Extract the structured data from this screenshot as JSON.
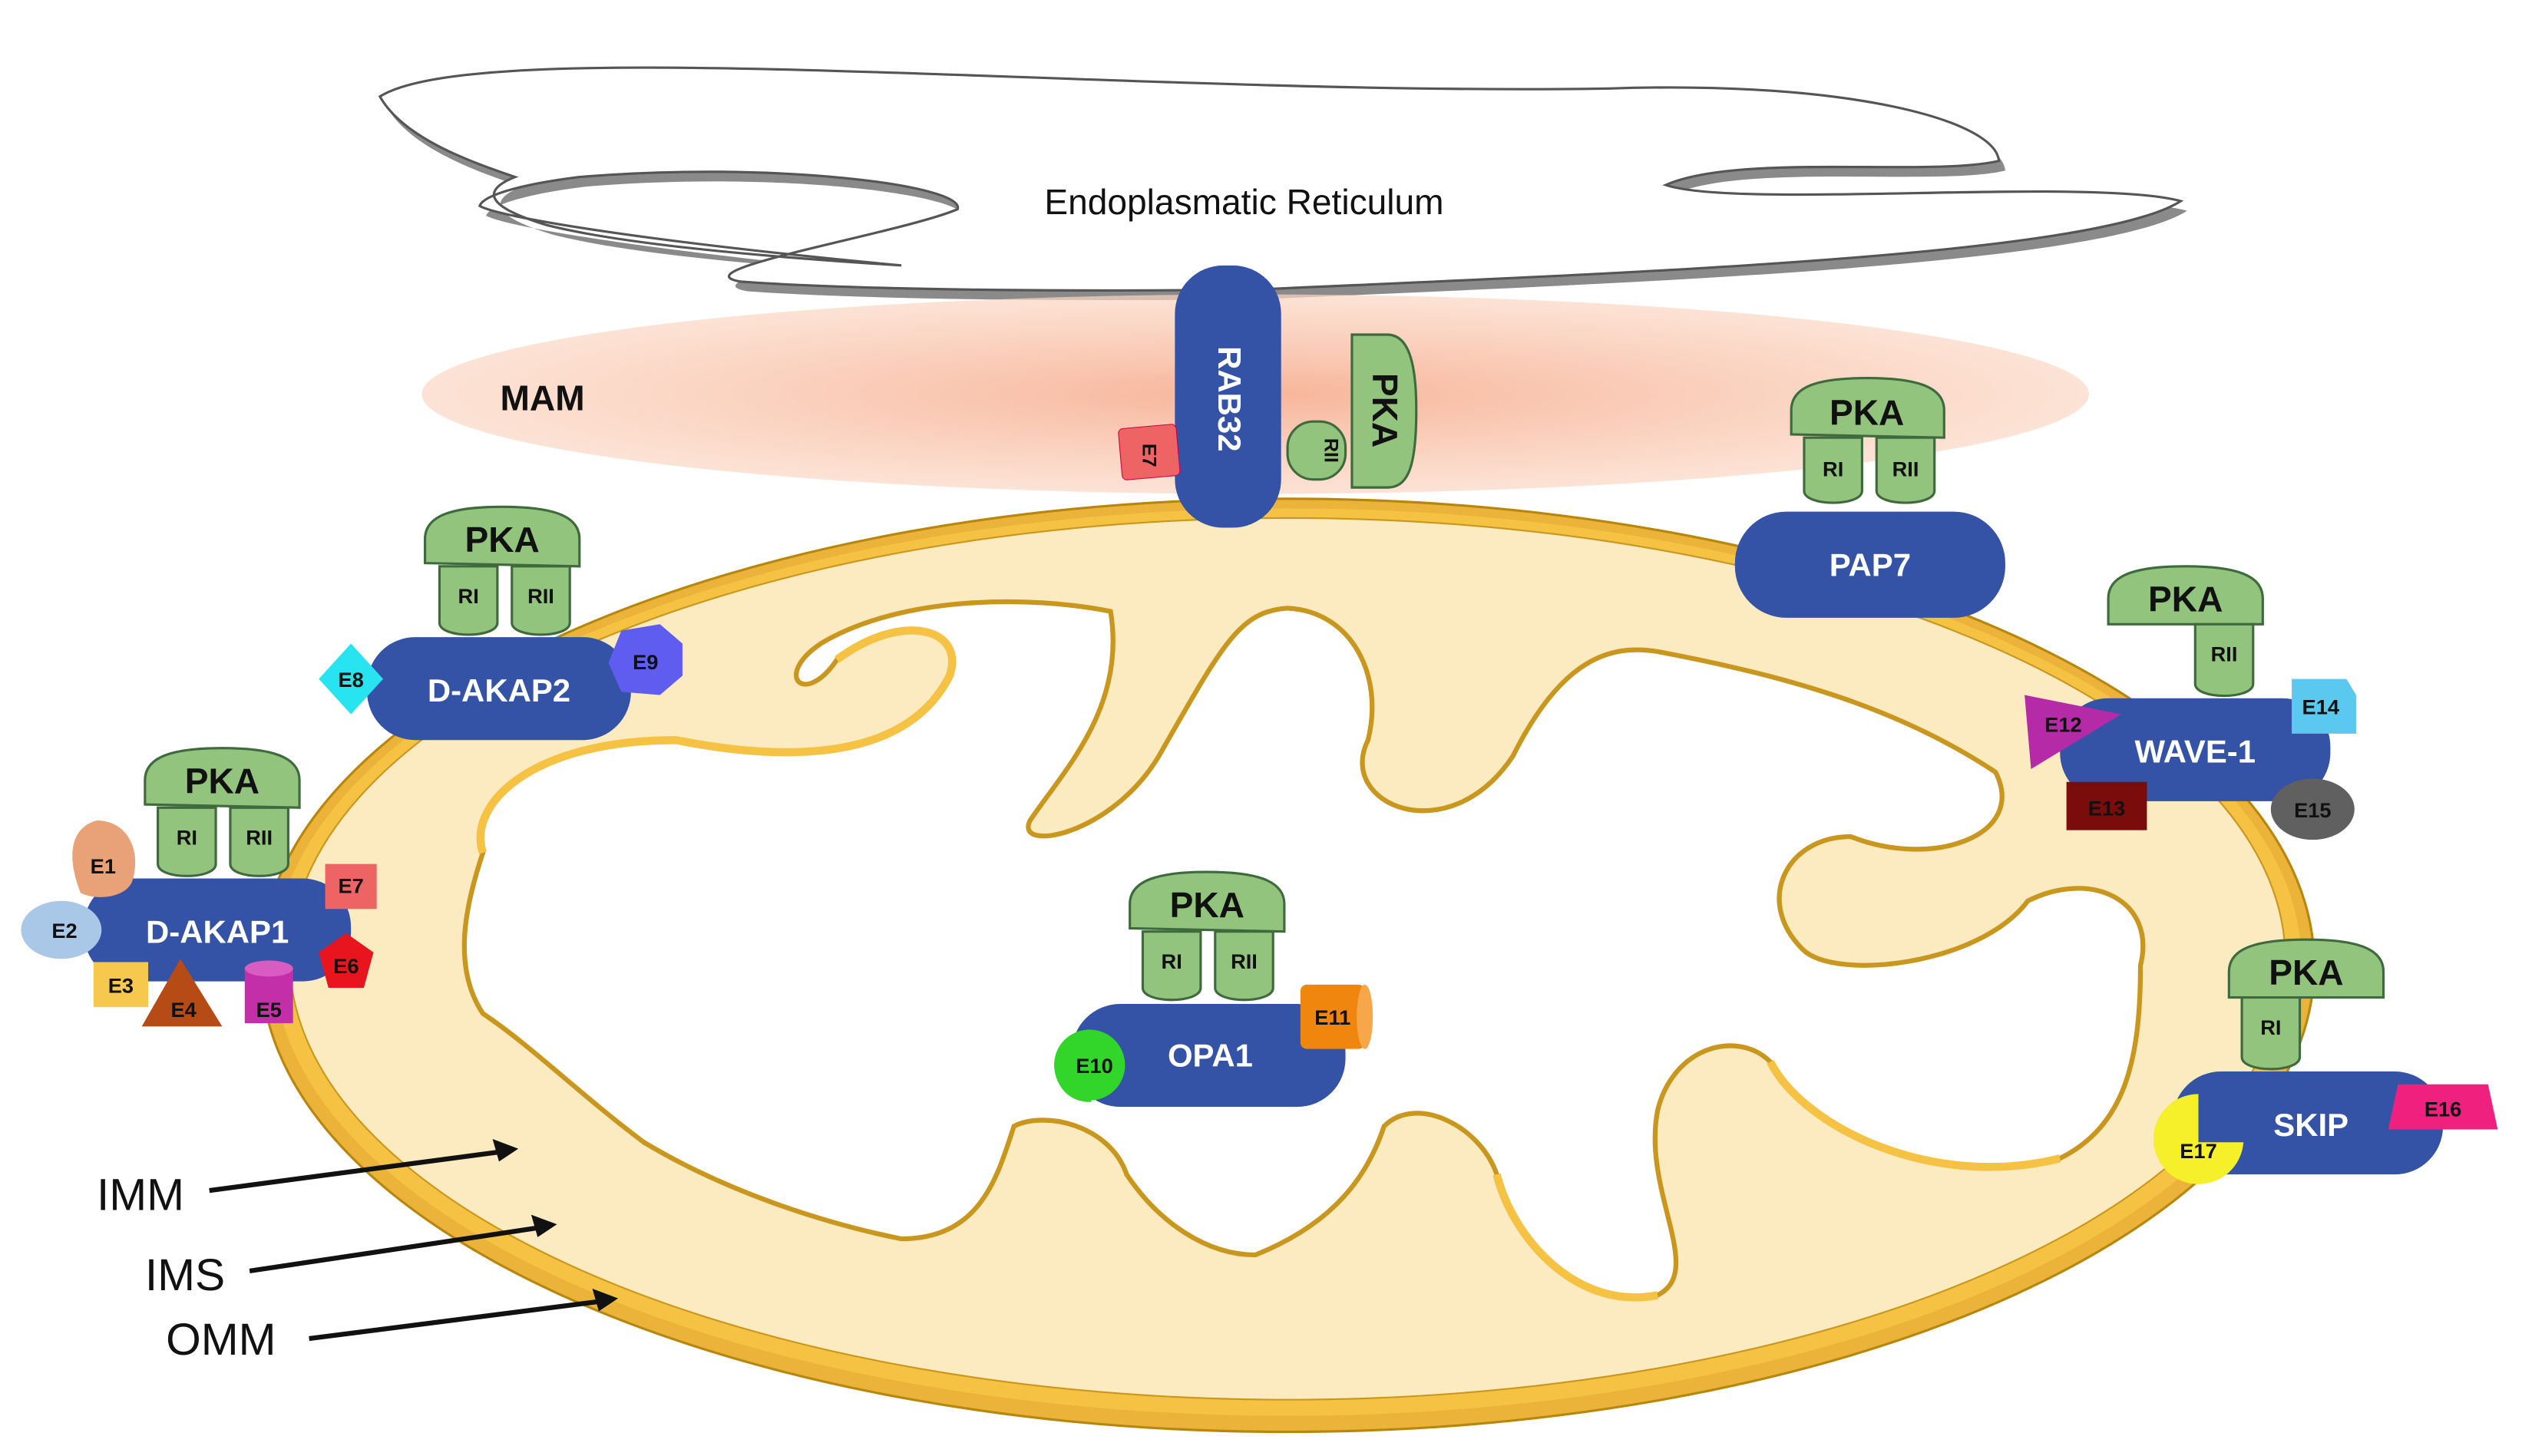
{
  "labels": {
    "er": "Endoplasmatic Reticulum",
    "mam": "MAM",
    "imm": "IMM",
    "ims": "IMS",
    "omm": "OMM"
  },
  "proteins": {
    "rab32": "RAB32",
    "pap7": "PAP7",
    "d_akap1": "D-AKAP1",
    "d_akap2": "D-AKAP2",
    "wave1": "WAVE-1",
    "opa1": "OPA1",
    "skip": "SKIP"
  },
  "pka": "PKA",
  "ri": "RI",
  "rii": "RII",
  "effectors": {
    "e1": "E1",
    "e2": "E2",
    "e3": "E3",
    "e4": "E4",
    "e5": "E5",
    "e6": "E6",
    "e7": "E7",
    "e8": "E8",
    "e9": "E9",
    "e10": "E10",
    "e11": "E11",
    "e12": "E12",
    "e13": "E13",
    "e14": "E14",
    "e15": "E15",
    "e16": "E16",
    "e17": "E17"
  },
  "colors": {
    "akap_blue": "#3453A6",
    "pka_green": "#93C47D",
    "mito_outer": "#F5C243",
    "mito_fill": "#FCEBC0",
    "mam": "#F6B99A",
    "e1": "#E9A277",
    "e2": "#A9C7E6",
    "e3": "#F6C94E",
    "e4": "#B64B16",
    "e5": "#C22FA8",
    "e6": "#E8141E",
    "e7": "#EE6464",
    "e8": "#28E3F0",
    "e9": "#5F5CF0",
    "e10": "#32D62A",
    "e11": "#F0860E",
    "e12": "#B52AA6",
    "e13": "#7A0C0C",
    "e14": "#5BC8F0",
    "e15": "#606060",
    "e16": "#F0207F",
    "e17": "#F6F02A"
  }
}
